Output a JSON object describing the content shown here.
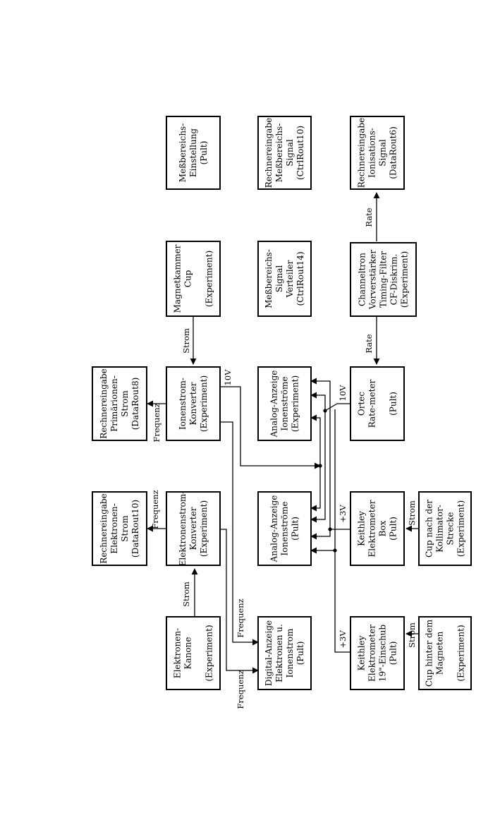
{
  "boxes": {
    "kanone": [
      "Elektronen-",
      "Kanone",
      "",
      "(Experiment)"
    ],
    "digital": [
      "Digital-Anzeige",
      "Elektronen u.",
      "Ionenstrom",
      "(Pult)"
    ],
    "keithley19": [
      "Keithley",
      "Elektrometer",
      "19\"-Einschub",
      "(Pult)"
    ],
    "cup_magnet": [
      "Cup hinter dem",
      "Magneten",
      "",
      "(Experiment)"
    ],
    "rech_elektron": [
      "Rechnereingabe",
      "Elektronen-",
      "Strom",
      "(DataRout10)"
    ],
    "elektron_konv": [
      "Elektronenstrom-",
      "Konverter",
      "(Experiment)"
    ],
    "analog_pult": [
      "Analog-Anzeige",
      "Ionenströme",
      "(Pult)"
    ],
    "keithley_box": [
      "Keithley",
      "Elektrometer",
      "Box",
      "(Pult)"
    ],
    "cup_koll": [
      "Cup nach der",
      "Kollimator-",
      "Strecke",
      "(Experiment)"
    ],
    "rech_primaer": [
      "Rechnereingabe",
      "Primärionen-",
      "Strom",
      "(DataRout8)"
    ],
    "ionen_konv": [
      "Ionenstrom-",
      "Konverter",
      "(Experiment)"
    ],
    "analog_exp": [
      "Analog-Anzeige",
      "Ionenströme",
      "(Experiment)"
    ],
    "ortec": [
      "Ortec",
      "Rate-meter",
      "",
      "(Pult)"
    ],
    "magnetkammer": [
      "Magnetkammer",
      "Cup",
      "",
      "(Experiment)"
    ],
    "verteiler": [
      "Meßbereichs-",
      "Signal",
      "Verteiler",
      "(CtrlRout14)"
    ],
    "channeltron": [
      "Channeltron",
      "Vorverstärker",
      "Timing-Filter",
      "CF-Diskrim.",
      "(Experiment)"
    ],
    "einstellung": [
      "Meßbereichs-",
      "Einstellung",
      "(Pult)"
    ],
    "rech_messbereich": [
      "Rechnereingabe",
      "Meßbereichs-",
      "Signal",
      "(CtrlRout10)"
    ],
    "rech_ionisation": [
      "Rechnereingabe",
      "Ionisations-",
      "Signal",
      "(DataRout6)"
    ]
  },
  "wire_labels": {
    "strom_kanone": "Strom",
    "freq_elektron": "Frequenz",
    "freq_digital_1": "Frequenz",
    "freq_digital_2": "Frequenz",
    "plus3v_19": "+3V",
    "strom_cup_magnet": "Strom",
    "plus3v_box": "+3V",
    "strom_cup_koll": "Strom",
    "freq_ionen": "Frequenz",
    "ten_v_ionen": "10V",
    "ten_v_ortec": "10V",
    "strom_magnetkammer": "Strom",
    "rate_ortec": "Rate",
    "rate_channeltron": "Rate"
  }
}
